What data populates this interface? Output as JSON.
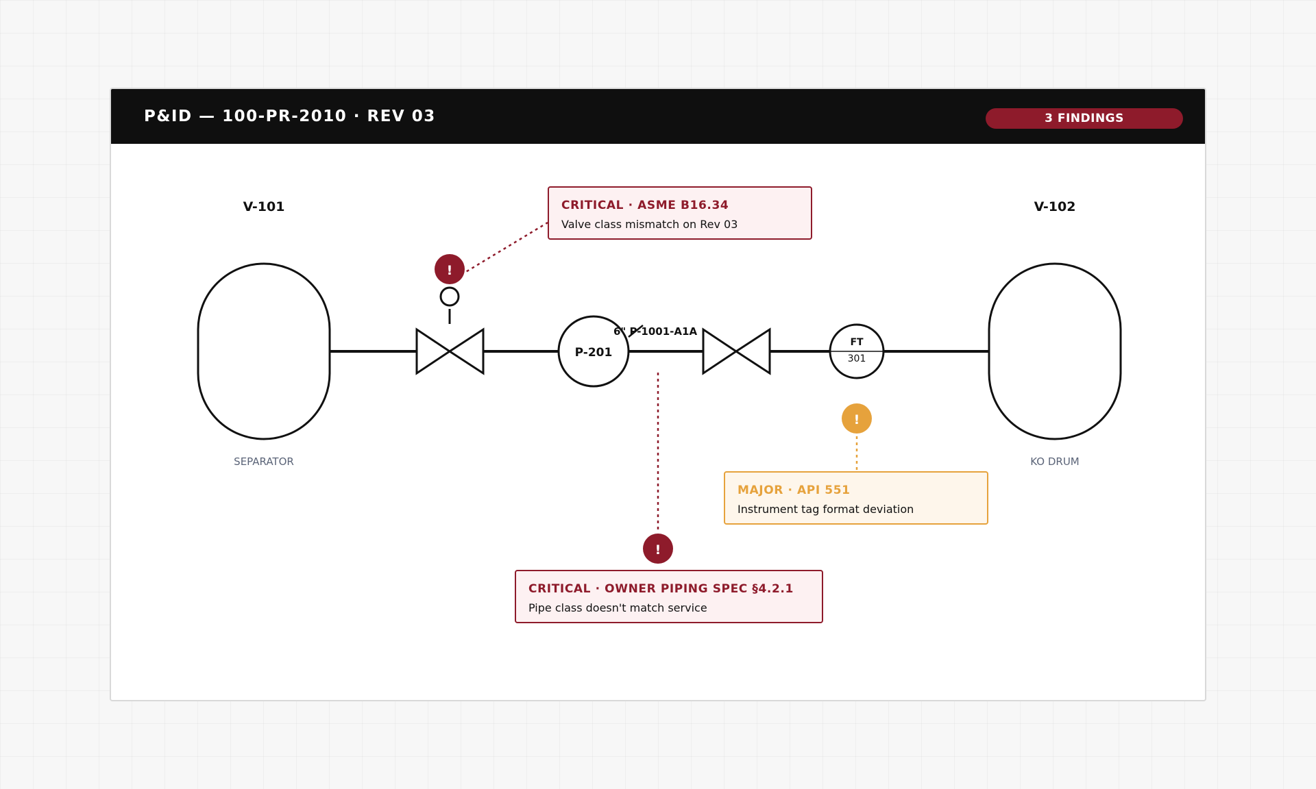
{
  "header": {
    "title": "P&ID — 100-PR-2010 · REV 03",
    "badge": "3 FINDINGS"
  },
  "equipment": {
    "v101": {
      "tag": "V-101",
      "label": "SEPARATOR"
    },
    "v102": {
      "tag": "V-102",
      "label": "KO DRUM"
    },
    "pump": {
      "tag": "P-201"
    },
    "instrument": {
      "type": "FT",
      "number": "301"
    },
    "line_tag": "6\" P-1001-A1A"
  },
  "findings": [
    {
      "severity": "critical",
      "title": "CRITICAL · ASME B16.34",
      "description": "Valve class mismatch on Rev 03",
      "marker": "!"
    },
    {
      "severity": "major",
      "title": "MAJOR · API 551",
      "description": "Instrument tag format deviation",
      "marker": "!"
    },
    {
      "severity": "critical",
      "title": "CRITICAL · OWNER PIPING SPEC §4.2.1",
      "description": "Pipe class doesn't match service",
      "marker": "!"
    }
  ],
  "colors": {
    "critical": "#8e1b2b",
    "major": "#e6a23c",
    "header_bg": "#0f0f0f",
    "line": "#111111",
    "muted_label": "#5b6478"
  }
}
